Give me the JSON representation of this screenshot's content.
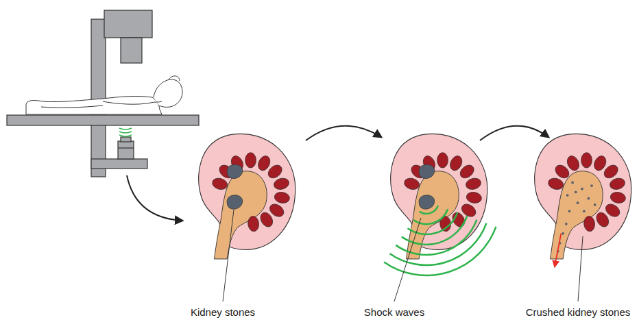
{
  "diagram": {
    "labels": [
      "Kidney stones",
      "Shock waves",
      "Crushed kidney stones"
    ]
  }
}
